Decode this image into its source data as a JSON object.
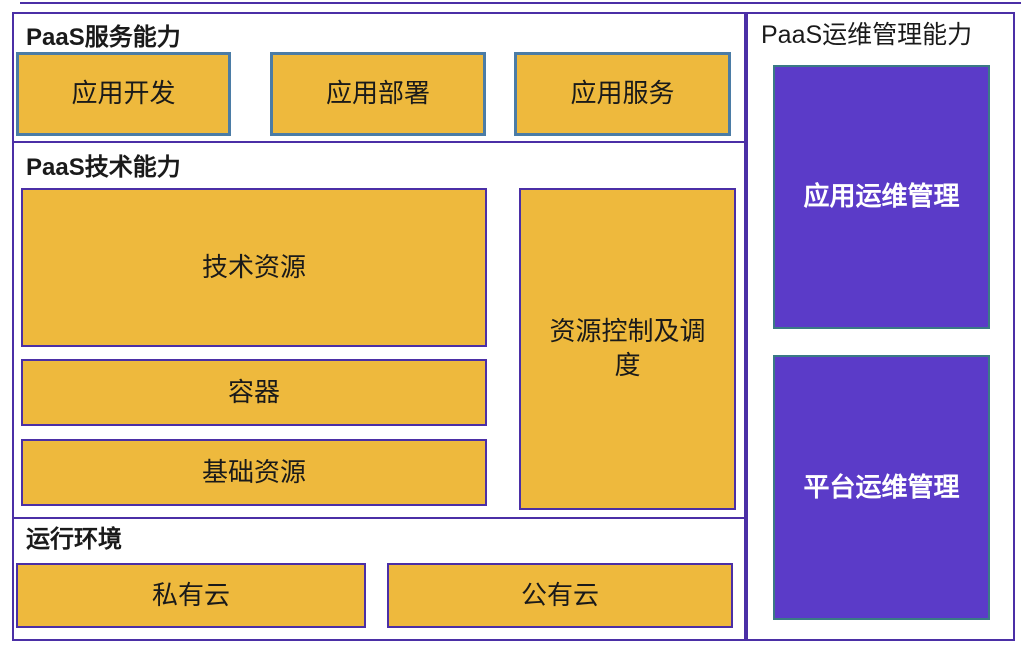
{
  "colors": {
    "purple_border": "#4B2FA6",
    "orange_fill": "#EEB93D",
    "steel_blue_border": "#4B7CA6",
    "violet_fill": "#5B3BC8",
    "teal_border": "#3A7A85",
    "label_text": "#1A1A1A",
    "violet_label_text": "#FFFFFF"
  },
  "sections": {
    "service_capability": {
      "title": "PaaS服务能力",
      "boxes": [
        {
          "label": "应用开发"
        },
        {
          "label": "应用部署"
        },
        {
          "label": "应用服务"
        }
      ]
    },
    "technical_capability": {
      "title": "PaaS技术能力",
      "left_stack": [
        {
          "label": "技术资源"
        },
        {
          "label": "容器"
        },
        {
          "label": "基础资源"
        }
      ],
      "right_box": {
        "label": "资源控制及调度"
      }
    },
    "runtime_environment": {
      "title": "运行环境",
      "boxes": [
        {
          "label": "私有云"
        },
        {
          "label": "公有云"
        }
      ]
    },
    "ops_management": {
      "title": "PaaS运维管理能力",
      "boxes": [
        {
          "label": "应用运维管理"
        },
        {
          "label": "平台运维管理"
        }
      ]
    }
  }
}
